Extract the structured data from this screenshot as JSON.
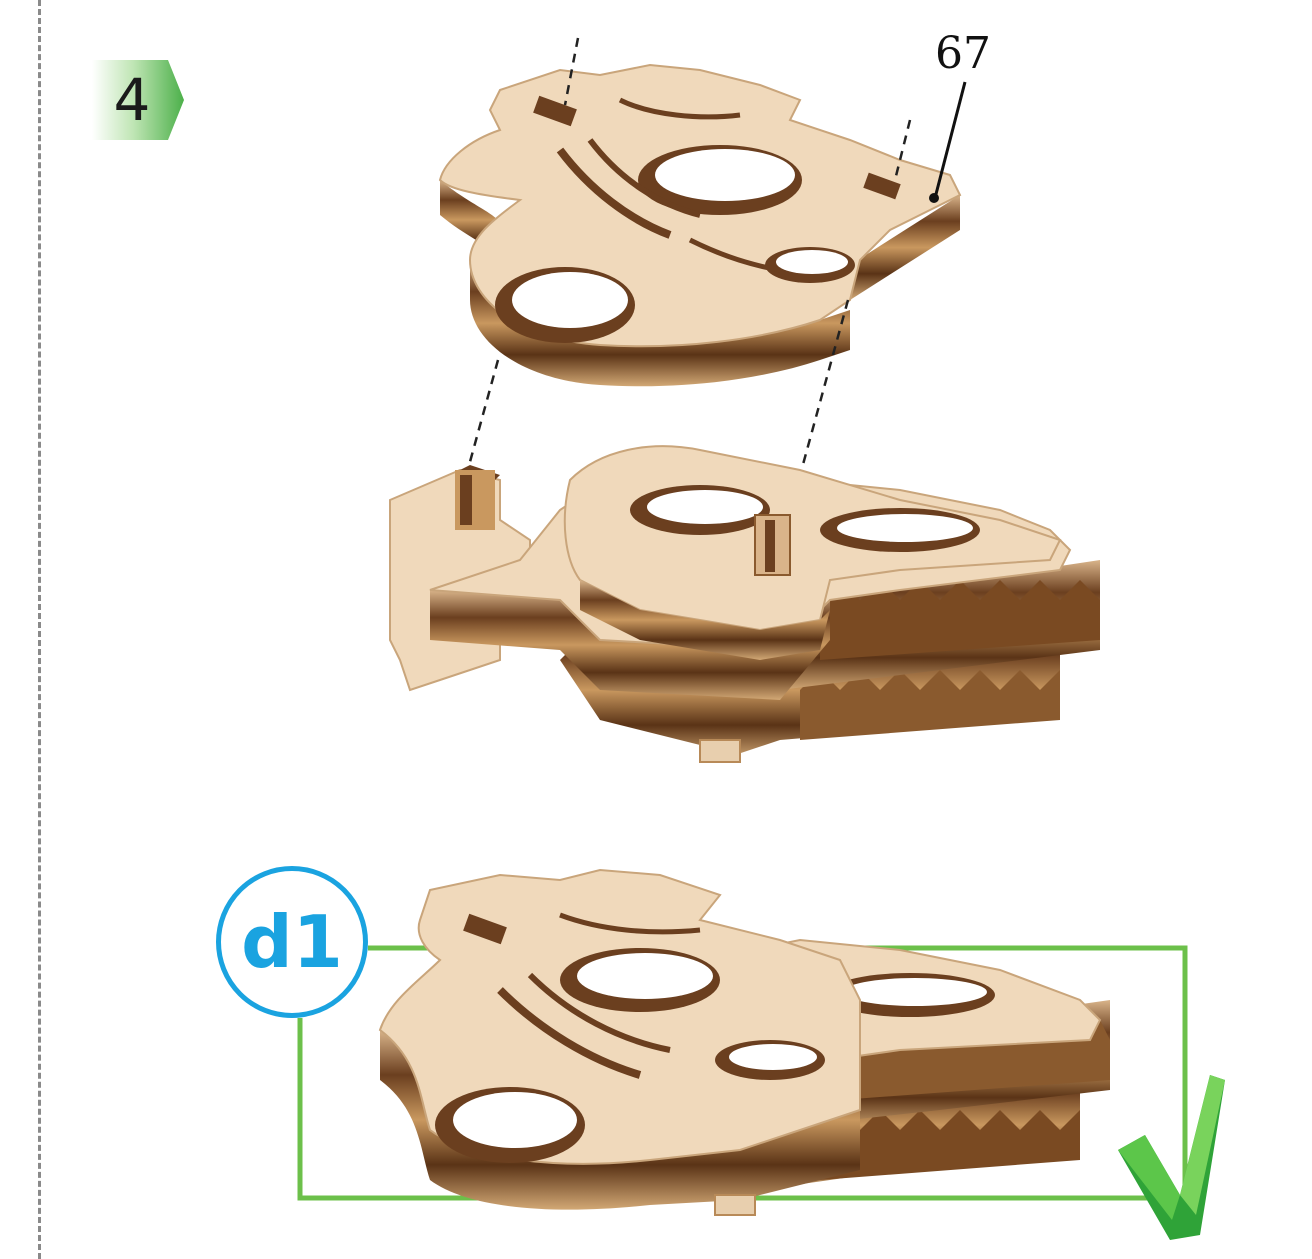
{
  "step": {
    "number": "4",
    "badge_color": "#5cb85c"
  },
  "callout": {
    "part_number": "67"
  },
  "check": {
    "code": "d1",
    "frame_color": "#6cc04a",
    "circle_color": "#1aa3e0",
    "checkmark_icon": "green-checkmark"
  },
  "colors": {
    "plywood_face": "#f0d9bb",
    "plywood_dark": "#6b3f1f",
    "plywood_mid": "#a8743f"
  }
}
